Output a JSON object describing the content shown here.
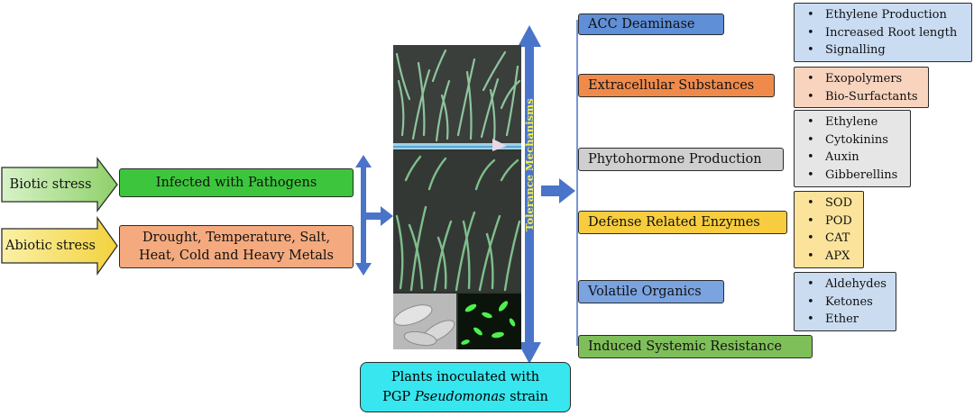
{
  "stresses": {
    "biotic": {
      "label": "Biotic stress",
      "effect": "Infected with Pathogens"
    },
    "abiotic": {
      "label": "Abiotic stress",
      "effect_line1": "Drought, Temperature, Salt,",
      "effect_line2": "Heat, Cold and Heavy Metals"
    }
  },
  "vertical_label": "Tolerance Mechanisms",
  "inoculation": {
    "line1": "Plants inoculated with",
    "line2_prefix": "PGP ",
    "line2_italic": "Pseudomonas",
    "line2_suffix": " strain"
  },
  "mechanisms": [
    {
      "label": "ACC Deaminase",
      "details": [
        "Ethylene Production",
        "Increased Root length",
        "Signalling"
      ]
    },
    {
      "label": "Extracellular Substances",
      "details": [
        "Exopolymers",
        "Bio-Surfactants"
      ]
    },
    {
      "label": "Phytohormone Production",
      "details": [
        "Ethylene",
        "Cytokinins",
        "Auxin",
        "Gibberellins"
      ]
    },
    {
      "label": "Defense Related Enzymes",
      "details": [
        "SOD",
        "POD",
        "CAT",
        "APX"
      ]
    },
    {
      "label": "Volatile Organics",
      "details": [
        "Aldehydes",
        "Ketones",
        "Ether"
      ]
    },
    {
      "label": "Induced Systemic Resistance",
      "details": []
    }
  ],
  "colors": {
    "arrow_blue": "#4a74c9",
    "stress_arrow_green": "#b6e39a",
    "stress_arrow_yellow": "#f8e06a"
  }
}
